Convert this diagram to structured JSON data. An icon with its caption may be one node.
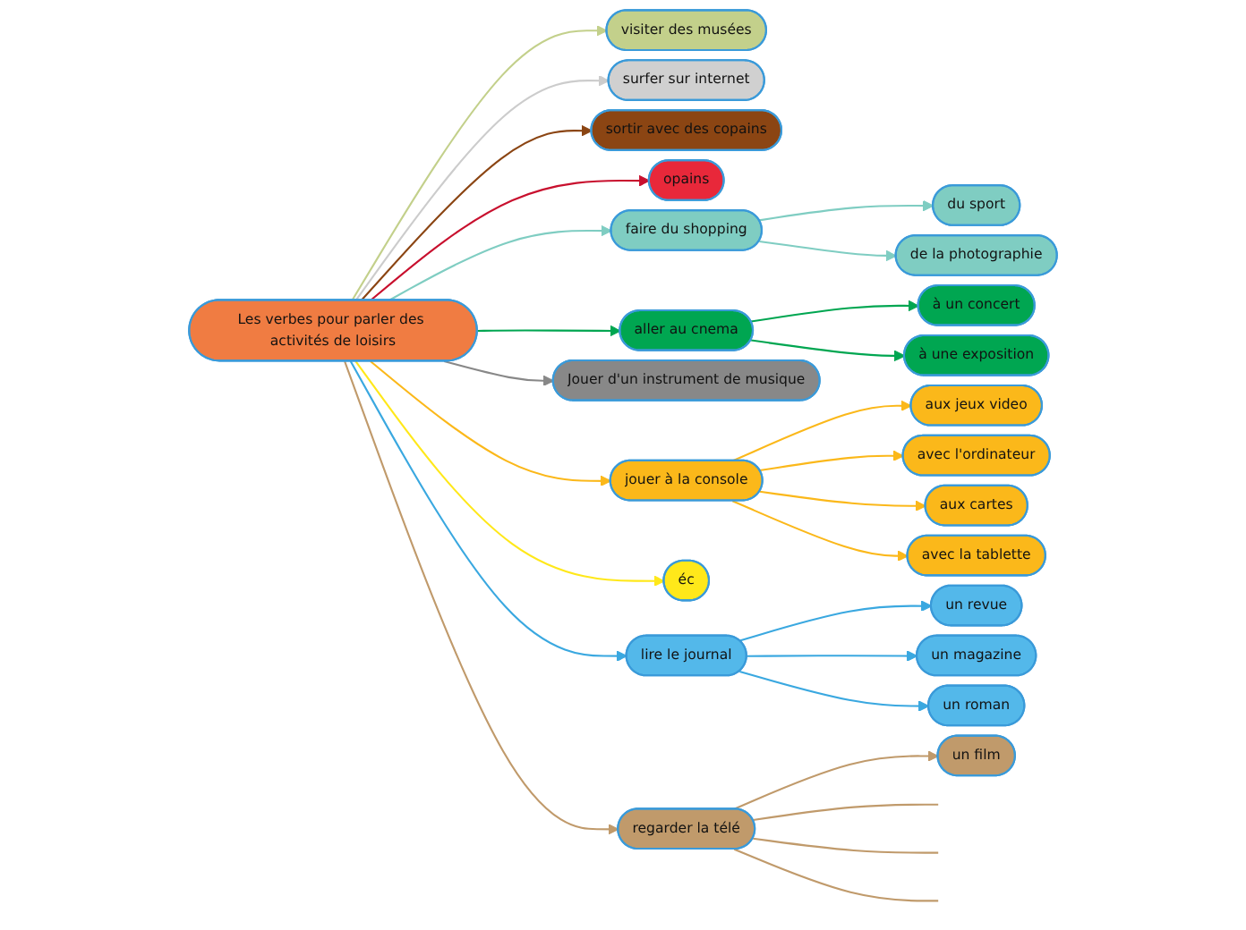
{
  "diagram": {
    "nodes": [
      {
        "text": [
          "Les verbes pour parler des activités de loisirs"
        ]
      },
      {
        "text": [
          "visiter des musées"
        ]
      },
      {
        "text": [
          "surfer sur internet"
        ]
      },
      {
        "text": [
          "sortir avec des copains"
        ]
      },
      {
        "text": [
          "opains"
        ]
      },
      {
        "text": [
          "faire du shopping"
        ]
      },
      {
        "text": [
          "aller au cnema"
        ]
      },
      {
        "text": [
          "Jouer d'un instrument de musique"
        ]
      },
      {
        "text": [
          "jouer à la console"
        ]
      },
      {
        "text": [
          "éc"
        ]
      },
      {
        "text": [
          "du sport"
        ]
      },
      {
        "text": [
          "de la photographie"
        ]
      },
      {
        "text": [
          "à un concert"
        ]
      },
      {
        "text": [
          "à une exposition"
        ]
      },
      {
        "text": [
          "lire le journal"
        ]
      },
      {
        "text": [
          "regarder la télé"
        ]
      },
      {
        "text": [
          "aux jeux video"
        ]
      },
      {
        "text": [
          "aux cartes"
        ]
      },
      {
        "text": [
          "avec l'ordinateur"
        ]
      },
      {
        "text": [
          "avec la tablette"
        ]
      },
      {
        "text": [
          "un revue"
        ]
      },
      {
        "text": [
          "un magazine"
        ]
      },
      {
        "text": [
          "un roman"
        ]
      },
      {
        "text": [
          "un film"
        ]
      }
    ],
    "edges": [
      {
        "from": 0,
        "to": 1,
        "arrow": "to",
        "color": "#c3d08b"
      },
      {
        "from": 0,
        "to": 2,
        "arrow": "to",
        "color": "#cccccc"
      },
      {
        "from": 0,
        "to": 3,
        "arrow": "to",
        "color": "#8b4513"
      },
      {
        "from": 0,
        "to": 4,
        "arrow": "to",
        "color": "#c8102e"
      },
      {
        "from": 0,
        "to": 5,
        "arrow": "to",
        "color": "#7fcdc2"
      },
      {
        "from": 0,
        "to": 6,
        "arrow": "to",
        "color": "#00a651"
      },
      {
        "from": 0,
        "to": 7,
        "arrow": "to",
        "color": "#888888"
      },
      {
        "from": 0,
        "to": 8,
        "arrow": "to",
        "color": "#fbb81a"
      },
      {
        "from": 0,
        "to": 9,
        "arrow": "to",
        "color": "#ffe81a"
      },
      {
        "from": 0,
        "to": 14,
        "arrow": "to",
        "color": "#3aa8e0"
      },
      {
        "from": 0,
        "to": 15,
        "arrow": "to",
        "color": "#c09a6b"
      },
      {
        "from": 5,
        "to": 10,
        "arrow": "to",
        "color": "#7fcdc2"
      },
      {
        "from": 5,
        "to": 11,
        "arrow": "to",
        "color": "#7fcdc2"
      },
      {
        "from": 6,
        "to": 12,
        "arrow": "to",
        "color": "#00a651"
      },
      {
        "from": 6,
        "to": 13,
        "arrow": "to",
        "color": "#00a651"
      },
      {
        "from": 8,
        "to": 16,
        "arrow": "to",
        "color": "#fbb81a"
      },
      {
        "from": 8,
        "to": 18,
        "arrow": "to",
        "color": "#fbb81a"
      },
      {
        "from": 8,
        "to": 17,
        "arrow": "to",
        "color": "#fbb81a"
      },
      {
        "from": 8,
        "to": 19,
        "arrow": "to",
        "color": "#fbb81a"
      },
      {
        "from": 14,
        "to": 20,
        "arrow": "to",
        "color": "#3aa8e0"
      },
      {
        "from": 14,
        "to": 21,
        "arrow": "to",
        "color": "#3aa8e0"
      },
      {
        "from": 14,
        "to": 22,
        "arrow": "to",
        "color": "#3aa8e0"
      },
      {
        "from": 15,
        "to": 23,
        "arrow": "to",
        "color": "#c09a6b"
      },
      {
        "from": 15,
        "to": null,
        "arrow": "none",
        "color": "#c09a6b"
      },
      {
        "from": 15,
        "to": null,
        "arrow": "none",
        "color": "#c09a6b"
      },
      {
        "from": 15,
        "to": null,
        "arrow": "none",
        "color": "#c09a6b"
      }
    ]
  }
}
